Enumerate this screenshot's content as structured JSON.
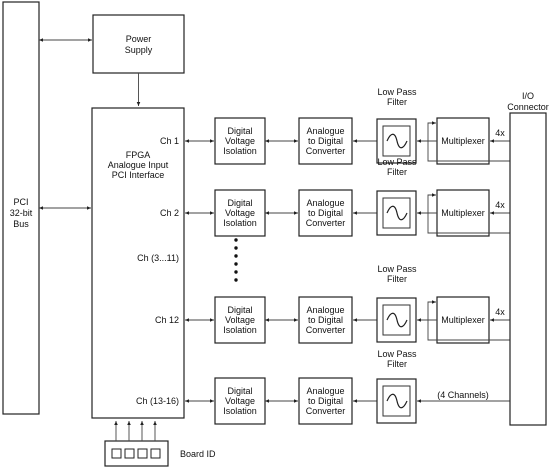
{
  "bus": {
    "lines": [
      "PCI",
      "32-bit",
      "Bus"
    ]
  },
  "power_supply": {
    "lines": [
      "Power",
      "Supply"
    ]
  },
  "fpga": {
    "lines": [
      "FPGA",
      "Analogue Input",
      "PCI Interface"
    ]
  },
  "io_connector": {
    "lines": [
      "I/O",
      "Connector"
    ]
  },
  "board_id": {
    "label": "Board ID"
  },
  "block_labels": {
    "isolation": [
      "Digital",
      "Voltage",
      "Isolation"
    ],
    "adc": [
      "Analogue",
      "to Digital",
      "Converter"
    ],
    "lpf": [
      "Low Pass",
      "Filter"
    ],
    "mux": "Multiplexer",
    "mux_count": "4x",
    "ellipsis_channels": "Ch (3...11)"
  },
  "channels": [
    {
      "name": "Ch 1",
      "has_mux": true
    },
    {
      "name": "Ch 2",
      "has_mux": true
    },
    {
      "name": "Ch 12",
      "has_mux": true
    },
    {
      "name": "Ch (13-16)",
      "has_mux": false,
      "input_label": "(4 Channels)"
    }
  ]
}
